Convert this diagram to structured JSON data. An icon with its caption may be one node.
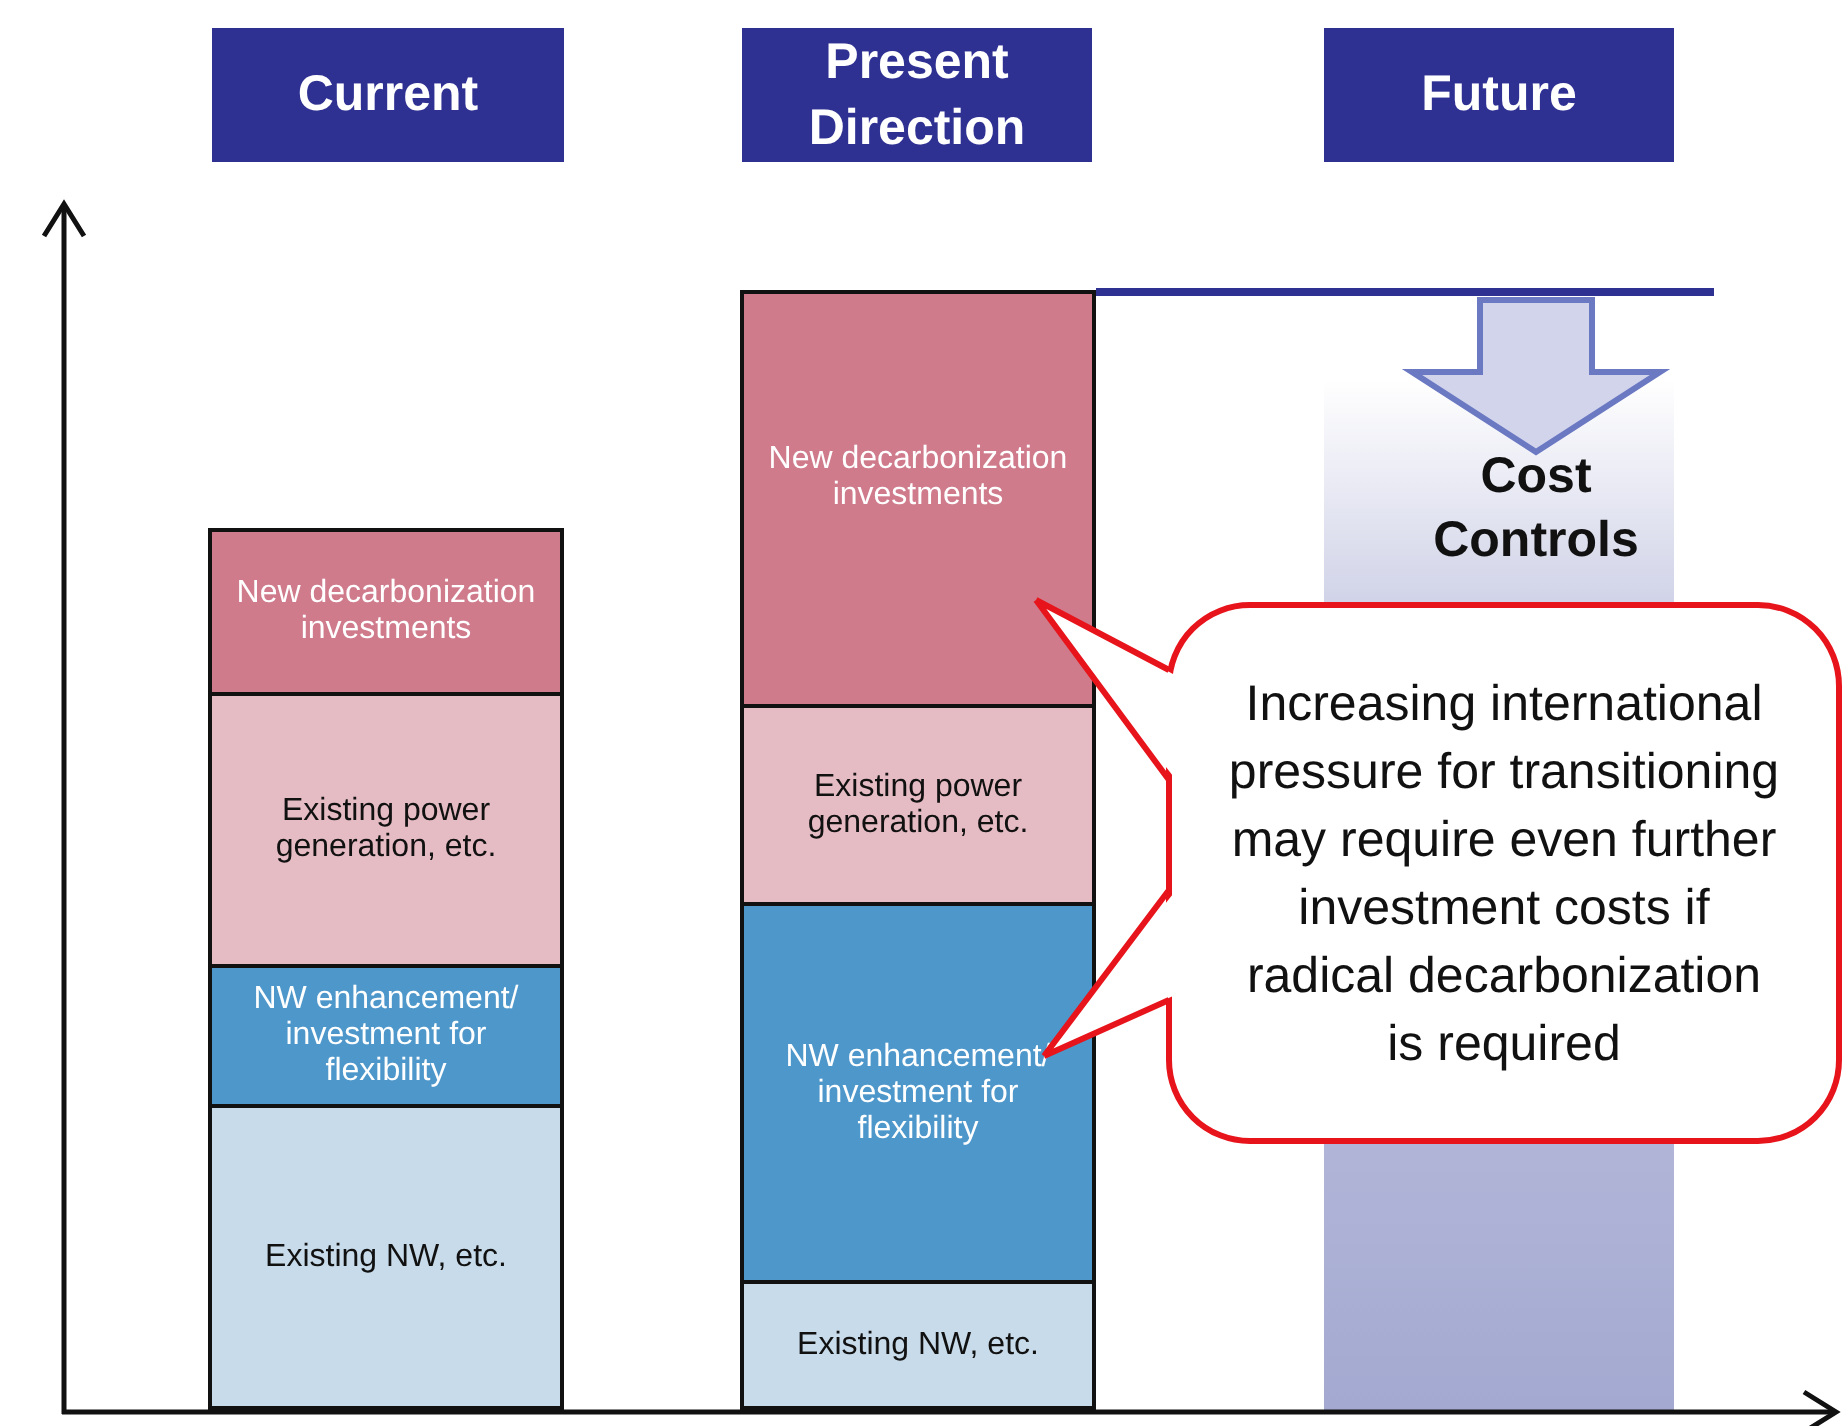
{
  "diagram": {
    "nodes": [
      {
        "text": [
          "Current"
        ]
      },
      {
        "text": [
          "Present Direction"
        ]
      },
      {
        "text": [
          "Future"
        ]
      },
      {
        "text": [
          "New decarbonization investments"
        ]
      },
      {
        "text": [
          "Existing power generation, etc."
        ]
      },
      {
        "text": [
          "NW enhancement/ investment for flexibility"
        ]
      },
      {
        "text": [
          "Existing NW, etc."
        ]
      },
      {
        "text": [
          "New decarbonization investments"
        ]
      },
      {
        "text": [
          "Existing power generation, etc."
        ]
      },
      {
        "text": [
          "NW enhancement/ investment for flexibility"
        ]
      },
      {
        "text": [
          "Existing NW, etc."
        ]
      },
      {
        "text": [
          "Increasing international pressure for transitioning may require even further investment costs if radical decarbonization is required"
        ]
      }
    ],
    "edges": [
      {
        "from": 11,
        "to": 7,
        "arrow": "none",
        "color": "#e8141b"
      },
      {
        "from": 11,
        "to": 9,
        "arrow": "none",
        "color": "#e8141b"
      }
    ],
    "labels": [
      "Cost Controls"
    ]
  }
}
